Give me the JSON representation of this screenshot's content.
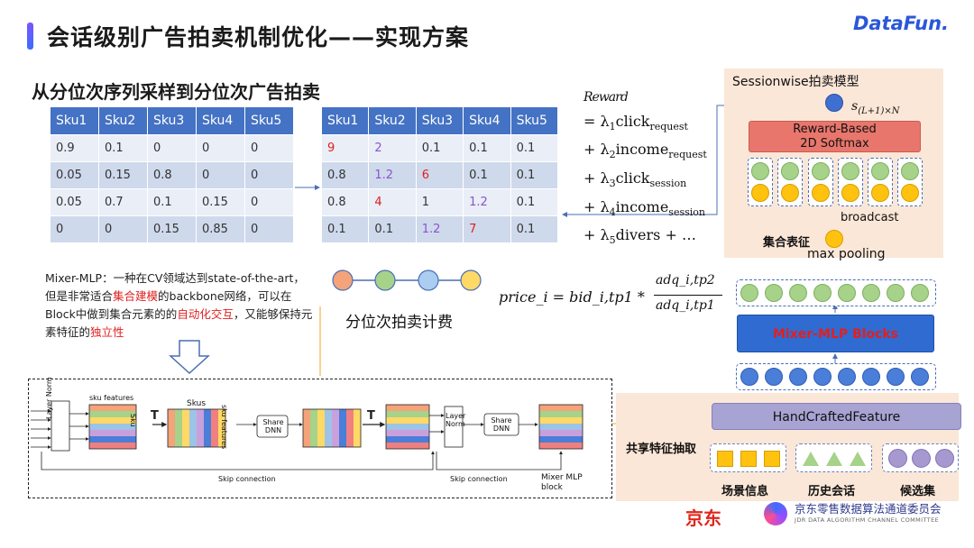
{
  "header": {
    "title": "会话级别广告拍卖机制优化——实现方案",
    "logo": "DataFun."
  },
  "subtitle": "从分位次序列采样到分位次广告拍卖",
  "left_table": {
    "headers": [
      "Sku1",
      "Sku2",
      "Sku3",
      "Sku4",
      "Sku5"
    ],
    "rows": [
      [
        "0.9",
        "0.1",
        "0",
        "0",
        "0"
      ],
      [
        "0.05",
        "0.15",
        "0.8",
        "0",
        "0"
      ],
      [
        "0.05",
        "0.7",
        "0.1",
        "0.15",
        "0"
      ],
      [
        "0",
        "0",
        "0.15",
        "0.85",
        "0"
      ]
    ]
  },
  "right_table": {
    "headers": [
      "Sku1",
      "Sku2",
      "Sku3",
      "Sku4",
      "Sku5"
    ],
    "rows": [
      [
        "9",
        "2",
        "0.1",
        "0.1",
        "0.1"
      ],
      [
        "0.8",
        "1.2",
        "6",
        "0.1",
        "0.1"
      ],
      [
        "0.8",
        "4",
        "1",
        "1.2",
        "0.1"
      ],
      [
        "0.1",
        "0.1",
        "1.2",
        "7",
        "0.1"
      ]
    ]
  },
  "reward_formula": {
    "title": "Reward",
    "terms": [
      "= λ1click_request",
      "+ λ2income_request",
      "+ λ3click_session",
      "+ λ4income_session",
      "+ λ5divers + …"
    ]
  },
  "model": {
    "title": "Sessionwise拍卖模型",
    "output_symbol": "s(L+1)×N",
    "softmax_label_1": "Reward-Based",
    "softmax_label_2": "2D Softmax",
    "broadcast_label": "broadcast",
    "set_label": "集合表征",
    "maxpool_label": "max pooling"
  },
  "mixer_text": {
    "part1": "Mixer-MLP：一种在CV领域达到state-of-the-art，但是非常适合",
    "red1": "集合建模",
    "part2": "的backbone网络，可以在Block中做到集合元素的的",
    "red2": "自动化交互",
    "part3": "，又能够保持元素特征的",
    "red3": "独立性"
  },
  "auction": {
    "label": "分位次拍卖计费",
    "formula_left": "price_i = bid_i,tp1 *",
    "numerator": "adq_i,tp2",
    "denominator": "adq_i,tp1"
  },
  "mixer_block_label": "Mixer-MLP Blocks",
  "features": {
    "header": "HandCraftedFeature",
    "shared_label": "共享特征抽取",
    "groups": [
      "场景信息",
      "历史会话",
      "候选集"
    ]
  },
  "diagram": {
    "sku_features": "sku features",
    "skus": "Skus",
    "layer_norm": "Layer Norm",
    "sku": "Sku",
    "transpose": "T",
    "share_dnn": "Share DNN",
    "skip_connection": "Skip connection",
    "block_label": "Mixer MLP block",
    "sku_features_rot": "sku features"
  },
  "footer": {
    "jd": "京东",
    "committee": "京东零售数据算法通道委员会",
    "committee_en": "JDR DATA ALGORITHM CHANNEL COMMITTEE"
  },
  "colors": {
    "header_blue": "#4472c4",
    "accent_red": "#e02020",
    "softmax_red": "#e8766c",
    "mixer_blue": "#2f6bd1",
    "panel_peach": "#fbe7d7",
    "hcf_purple": "#a7a3d2"
  }
}
